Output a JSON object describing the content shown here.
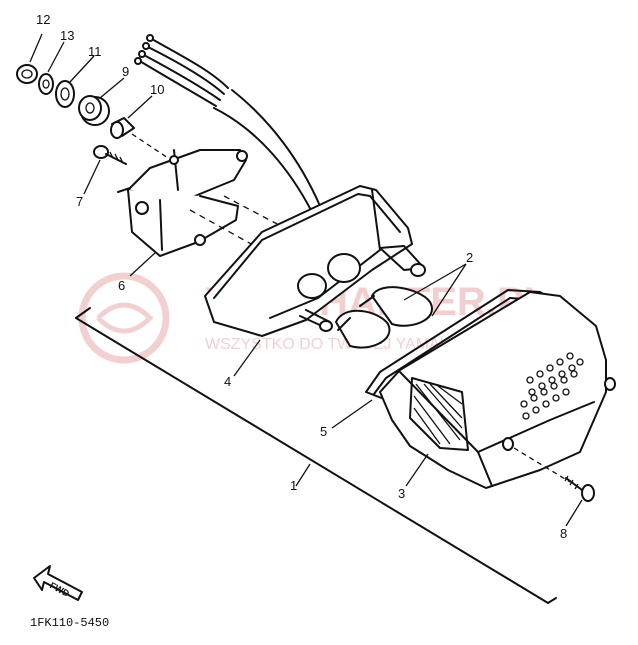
{
  "diagram": {
    "part_code": "1FK110-5450",
    "fwd_label": "FWD",
    "watermark": {
      "brand": "YAMAHAKTER.PL",
      "tagline": "WSZYSTKO DO TWOJEJ YAMAHA"
    },
    "callouts": [
      {
        "id": "c1",
        "label": "1"
      },
      {
        "id": "c2",
        "label": "2"
      },
      {
        "id": "c3",
        "label": "3"
      },
      {
        "id": "c4",
        "label": "4"
      },
      {
        "id": "c5",
        "label": "5"
      },
      {
        "id": "c6",
        "label": "6"
      },
      {
        "id": "c7",
        "label": "7"
      },
      {
        "id": "c8",
        "label": "8"
      },
      {
        "id": "c9",
        "label": "9"
      },
      {
        "id": "c10",
        "label": "10"
      },
      {
        "id": "c11",
        "label": "11"
      },
      {
        "id": "c12",
        "label": "12"
      },
      {
        "id": "c13",
        "label": "13"
      }
    ],
    "colors": {
      "ink": "#111111",
      "watermark": "#e9a9a9",
      "background": "#ffffff"
    }
  }
}
